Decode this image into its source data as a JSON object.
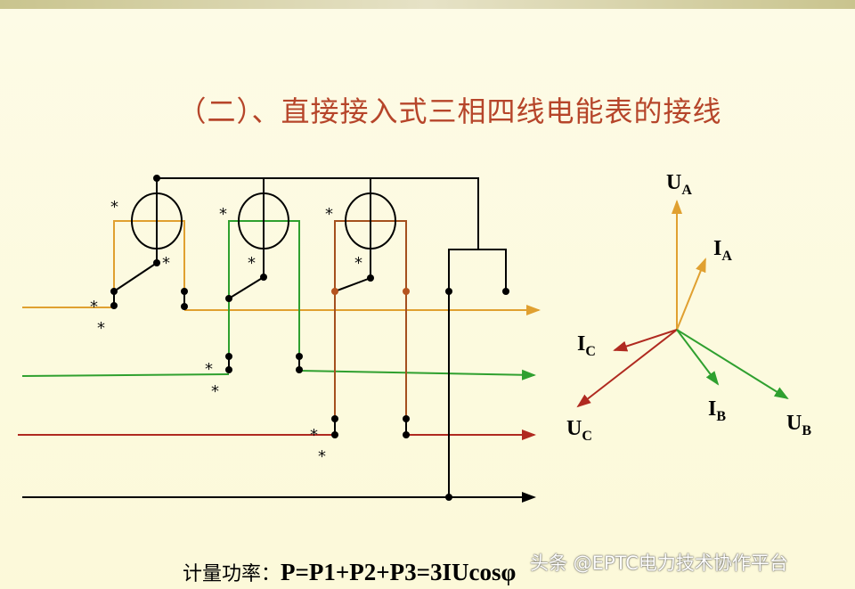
{
  "title": "（二）、直接接入式三相四线电能表的接线",
  "formula": {
    "label": "计量功率：",
    "expression": "P=P1+P2+P3=3IUcosφ"
  },
  "watermark": "头条 @EPTC电力技术协作平台",
  "asterisk": "*",
  "phasors": {
    "UA": {
      "main": "U",
      "sub": "A"
    },
    "IA": {
      "main": "I",
      "sub": "A"
    },
    "IC": {
      "main": "I",
      "sub": "C"
    },
    "UC": {
      "main": "U",
      "sub": "C"
    },
    "IB": {
      "main": "I",
      "sub": "B"
    },
    "UB": {
      "main": "U",
      "sub": "B"
    }
  },
  "colors": {
    "title": "#b6452a",
    "phase_a": "#e0a030",
    "phase_b": "#2fa02f",
    "phase_c": "#b02a20",
    "neutral": "#000000",
    "phase_c_dot": "#b5541f"
  }
}
